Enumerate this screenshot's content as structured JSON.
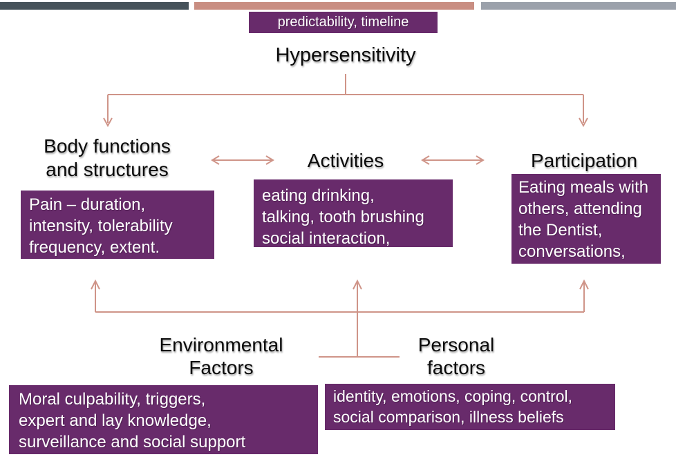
{
  "slide": {
    "top_annotation": "predictability, timeline",
    "title": "Hypersensitivity",
    "icf": {
      "body_functions": {
        "heading": "Body functions\nand structures",
        "details": "Pain – duration,\nintensity, tolerability\nfrequency, extent."
      },
      "activities": {
        "heading": "Activities",
        "details": "eating drinking,\ntalking, tooth brushing\nsocial interaction,"
      },
      "participation": {
        "heading": "Participation",
        "details": "Eating meals with\nothers, attending\nthe Dentist,\nconversations,"
      },
      "environmental": {
        "heading": "Environmental\nFactors",
        "details": "Moral culpability, triggers,\nexpert and lay knowledge,\nsurveillance and social support"
      },
      "personal": {
        "heading": "Personal\nfactors",
        "details": "identity, emotions, coping, control,\nsocial comparison, illness beliefs"
      }
    },
    "colors": {
      "box_purple": "#682b6b",
      "connector_salmon": "#cf9488",
      "bar_dark_slate": "#46525a",
      "bar_salmon": "#c98e82",
      "bar_gray": "#9ba1ab"
    }
  }
}
